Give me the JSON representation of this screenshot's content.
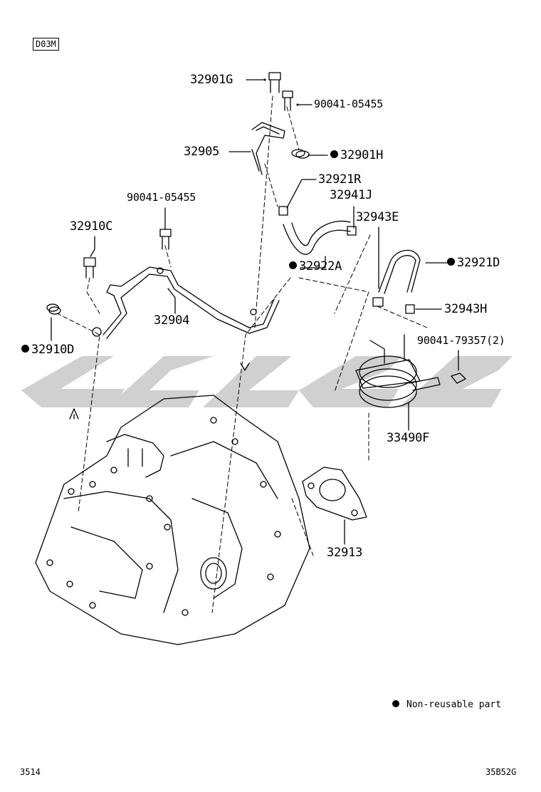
{
  "diagram": {
    "code": "D03M",
    "note_prefix": "",
    "labels": {
      "p32901G": "32901G",
      "p90041_05455_top": "90041-05455",
      "p32905": "32905",
      "p32901H": "32901H",
      "p32921R": "32921R",
      "p32941J": "32941J",
      "p90041_05455_left": "90041-05455",
      "p32910C": "32910C",
      "p32943E": "32943E",
      "p32922A": "32922A",
      "p32921D": "32921D",
      "p32904": "32904",
      "p32943H": "32943H",
      "p32910D": "32910D",
      "p90041_79357": "90041-79357(2)",
      "p33490F": "33490F",
      "p32913": "32913"
    },
    "legend": "Non-reusable part",
    "footer_left": "3514",
    "footer_right": "35B52G"
  }
}
